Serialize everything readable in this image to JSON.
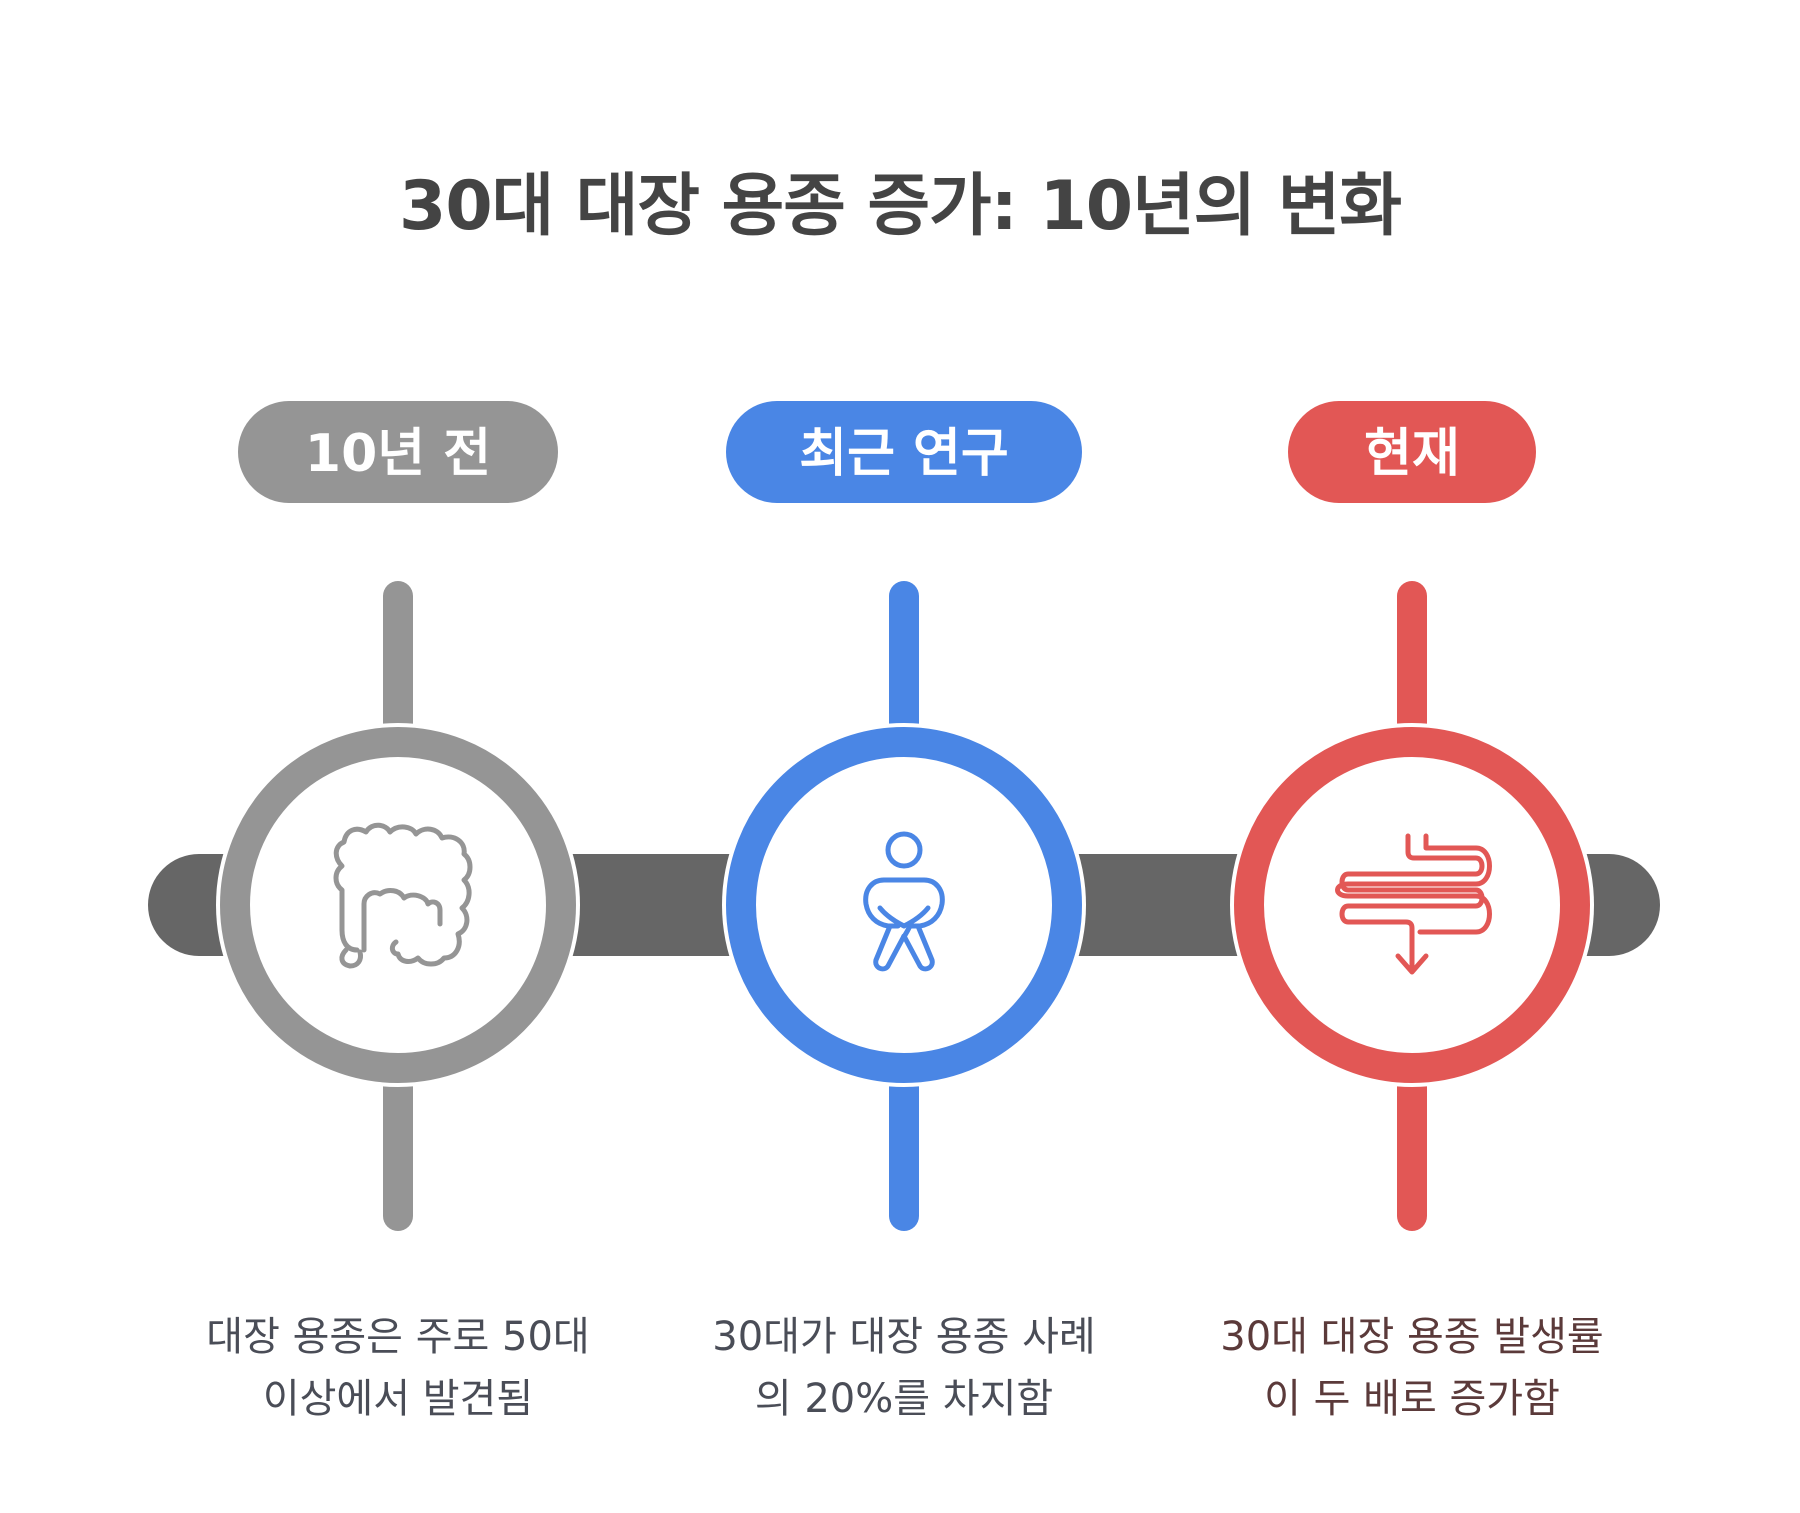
{
  "title": "30대 대장 용종 증가: 10년의 변화",
  "stages": [
    {
      "label": "10년 전",
      "color": "#959595",
      "icon": "colon-icon",
      "desc": [
        "대장 용종은 주로 50대",
        "이상에서 발견됨"
      ],
      "text_color": "#4a4d57"
    },
    {
      "label": "최근 연구",
      "color": "#4a86e5",
      "icon": "person-icon",
      "desc": [
        "30대가 대장 용종 사례",
        "의 20%를 차지함"
      ],
      "text_color": "#4a4d57"
    },
    {
      "label": "현재",
      "color": "#e25755",
      "icon": "intestine-icon",
      "desc": [
        "30대 대장 용종 발생률",
        "이 두 배로 증가함"
      ],
      "text_color": "#5b3a3a"
    }
  ],
  "track_color": "#666666"
}
